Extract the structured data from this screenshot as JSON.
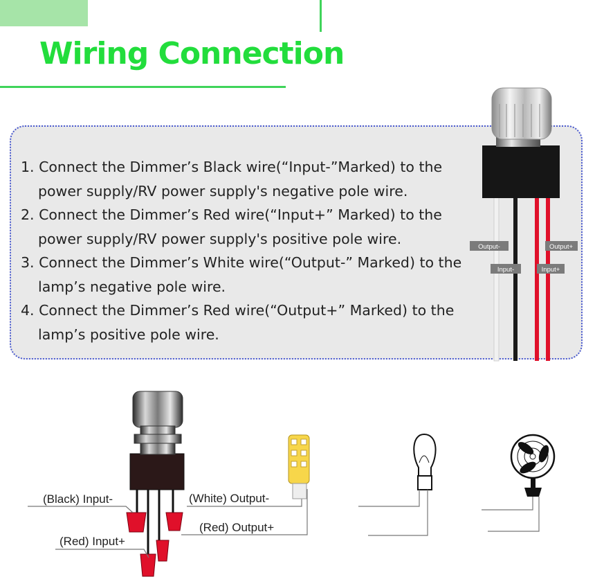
{
  "title": "Wiring Connection",
  "steps": [
    "1. Connect the Dimmer’s Black wire(“Input-”Marked) to the power supply/RV power supply's negative pole wire.",
    "2. Connect the Dimmer’s Red wire(“Input+” Marked) to the power supply/RV power supply's positive pole wire.",
    "3. Connect the Dimmer’s White wire(“Output-” Marked) to the lamp’s negative pole wire.",
    "4. Connect the Dimmer’s Red wire(“Output+” Marked) to the lamp’s positive pole wire."
  ],
  "dimmer_tags": {
    "output_minus": "Output-",
    "output_plus": "Output+",
    "input_minus": "Input-",
    "input_plus": "Input+"
  },
  "wiring_labels": {
    "black_input": "(Black) Input-",
    "white_output": "(White) Output-",
    "red_output": "(Red) Output+",
    "red_input": "(Red) Input+"
  },
  "colors": {
    "title_green": "#22dd3c",
    "box_border": "#4a5ad0",
    "wire_red": "#e0102a"
  }
}
